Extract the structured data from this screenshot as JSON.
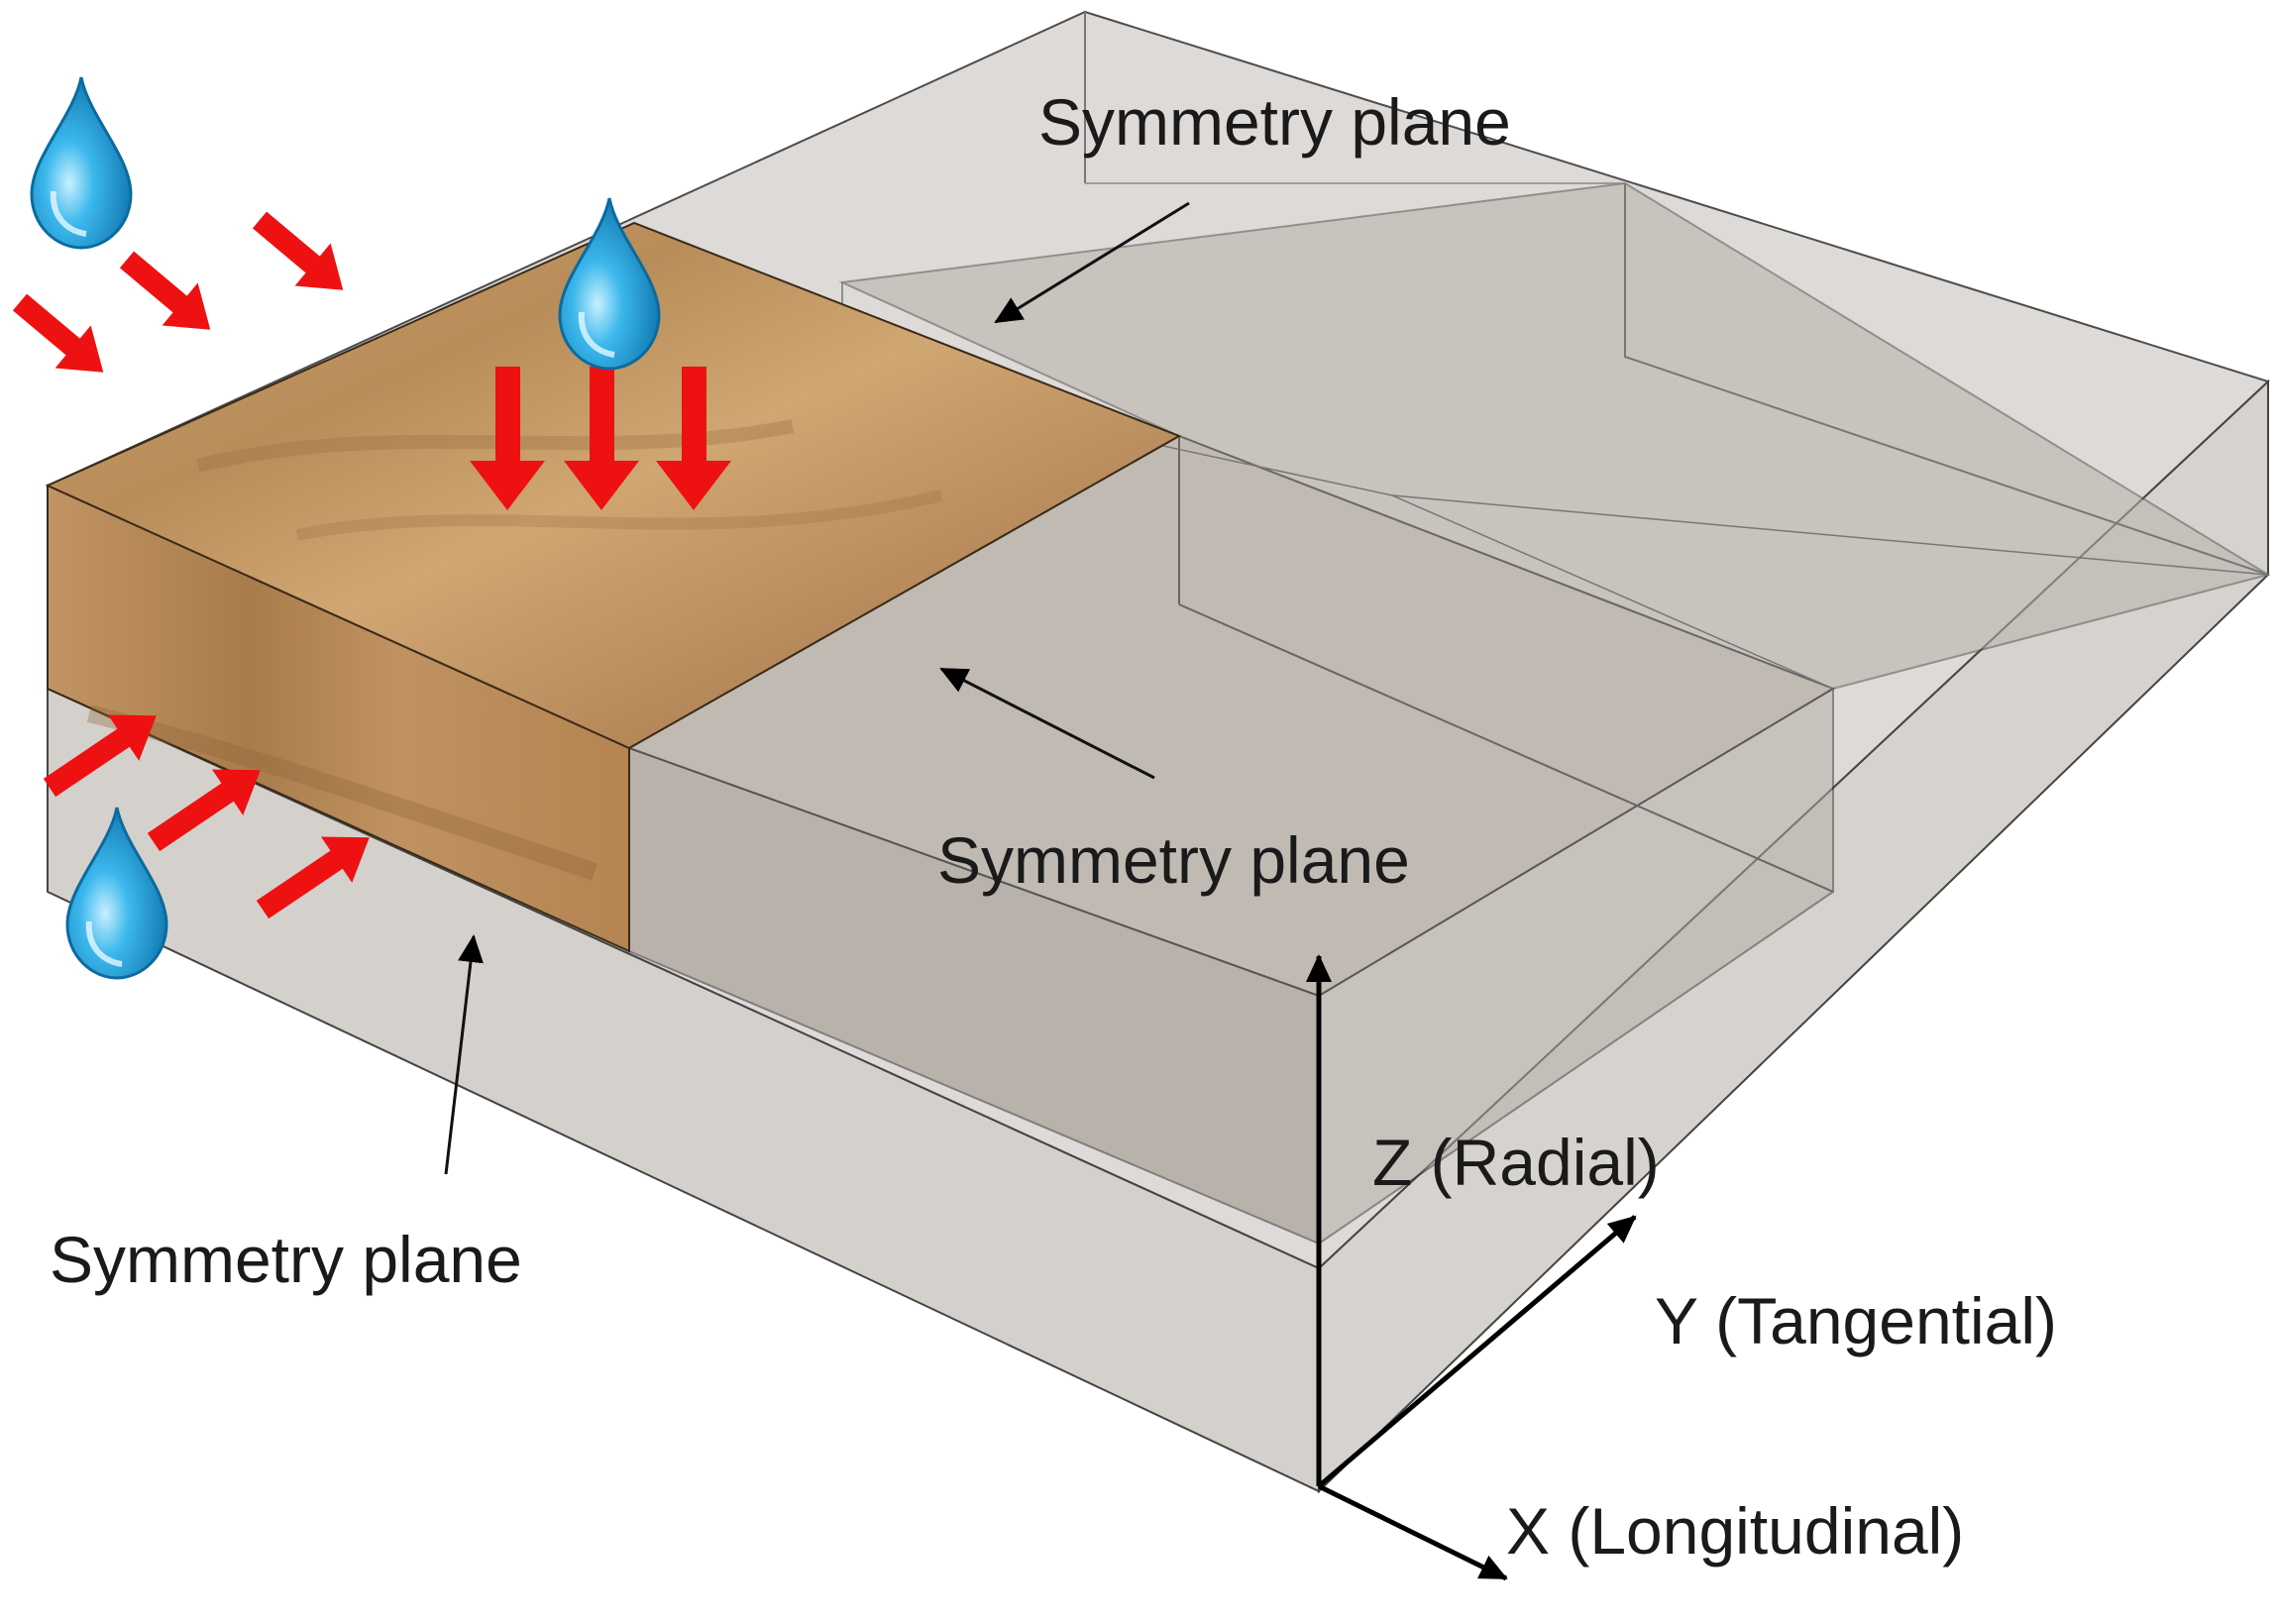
{
  "labels": {
    "symmetry_top": "Symmetry plane",
    "symmetry_middle": "Symmetry plane",
    "symmetry_left": "Symmetry plane",
    "axis_z": "Z (Radial)",
    "axis_y": "Y (Tangential)",
    "axis_x": "X (Longitudinal)"
  },
  "colors": {
    "wood_top": "#c79a63",
    "wood_front": "#b98a55",
    "transparent_box": "#c9c6c1",
    "inner_shade": "#9f978c",
    "flux_arrow": "#ee1111",
    "droplet": "#1aa0dc",
    "edge": "#3a3a3a"
  },
  "icons": [
    "water-droplet-icon",
    "flux-arrow-icon"
  ]
}
